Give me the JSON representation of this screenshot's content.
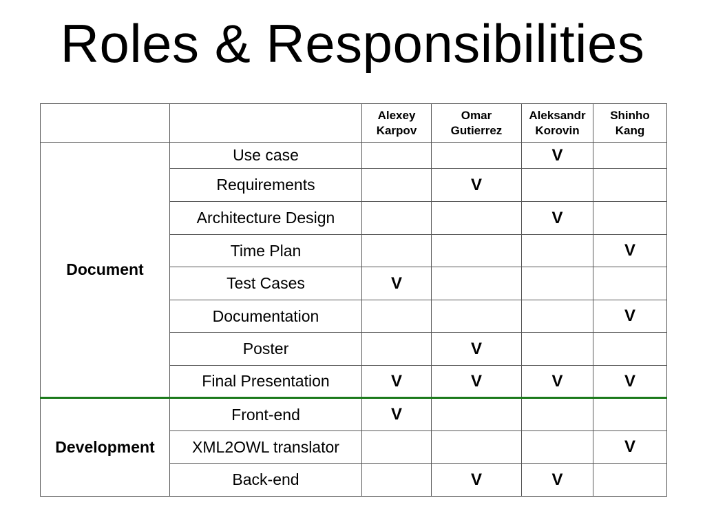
{
  "title": "Roles & Responsibilities",
  "colors": {
    "section_divider": "#1b7a1b"
  },
  "table": {
    "columns": [
      {
        "line1": "Alexey",
        "line2": "Karpov"
      },
      {
        "line1": "Omar",
        "line2": "Gutierrez"
      },
      {
        "line1": "Aleksandr",
        "line2": "Korovin"
      },
      {
        "line1": "Shinho",
        "line2": "Kang"
      }
    ],
    "groups": [
      {
        "name": "Document",
        "rows": [
          {
            "task": "Use case",
            "marks": [
              "",
              "",
              "V",
              ""
            ]
          },
          {
            "task": "Requirements",
            "marks": [
              "",
              "V",
              "",
              ""
            ]
          },
          {
            "task": "Architecture Design",
            "marks": [
              "",
              "",
              "V",
              ""
            ]
          },
          {
            "task": "Time Plan",
            "marks": [
              "",
              "",
              "",
              "V"
            ]
          },
          {
            "task": "Test Cases",
            "marks": [
              "V",
              "",
              "",
              ""
            ]
          },
          {
            "task": "Documentation",
            "marks": [
              "",
              "",
              "",
              "V"
            ]
          },
          {
            "task": "Poster",
            "marks": [
              "",
              "V",
              "",
              ""
            ]
          },
          {
            "task": "Final Presentation",
            "marks": [
              "V",
              "V",
              "V",
              "V"
            ]
          }
        ]
      },
      {
        "name": "Development",
        "rows": [
          {
            "task": "Front-end",
            "marks": [
              "V",
              "",
              "",
              ""
            ]
          },
          {
            "task": "XML2OWL translator",
            "marks": [
              "",
              "",
              "",
              "V"
            ]
          },
          {
            "task": "Back-end",
            "marks": [
              "",
              "V",
              "V",
              ""
            ]
          }
        ]
      }
    ]
  }
}
